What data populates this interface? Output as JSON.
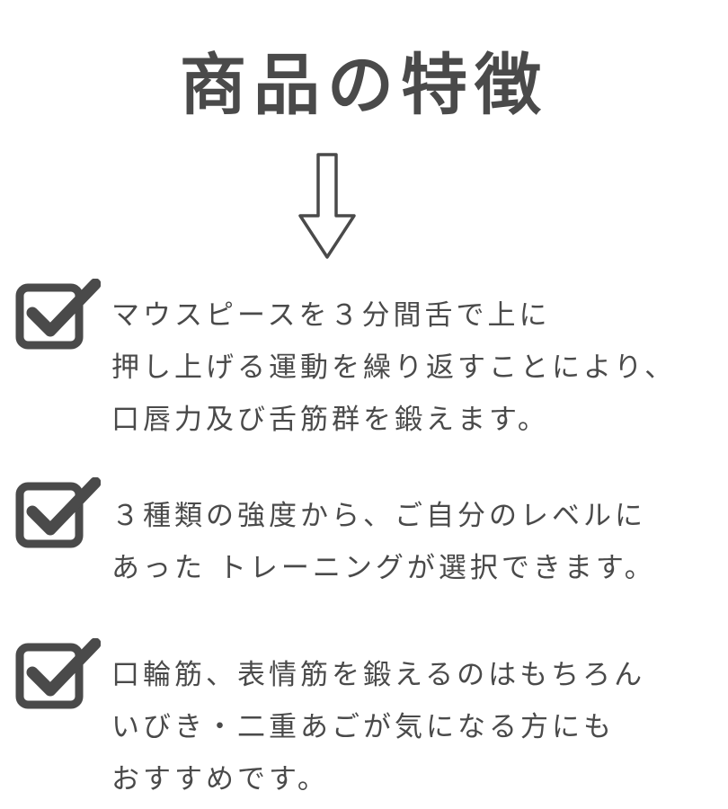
{
  "title": "商品の特徴",
  "icons": {
    "arrow": "down-arrow-icon",
    "check": "checkbox-checked-icon"
  },
  "colors": {
    "text": "#4a4a4a",
    "background": "#ffffff"
  },
  "features": [
    {
      "lines": [
        "マウスピースを３分間舌で上に",
        "押し上げる運動を繰り返すことにより、",
        "口唇力及び舌筋群を鍛えます。"
      ]
    },
    {
      "lines": [
        "３種類の強度から、ご自分のレベルに",
        "あった トレーニングが選択できます。"
      ]
    },
    {
      "lines": [
        "口輪筋、表情筋を鍛えるのはもちろん",
        "いびき・二重あごが気になる方にも",
        "おすすめです。"
      ]
    }
  ]
}
